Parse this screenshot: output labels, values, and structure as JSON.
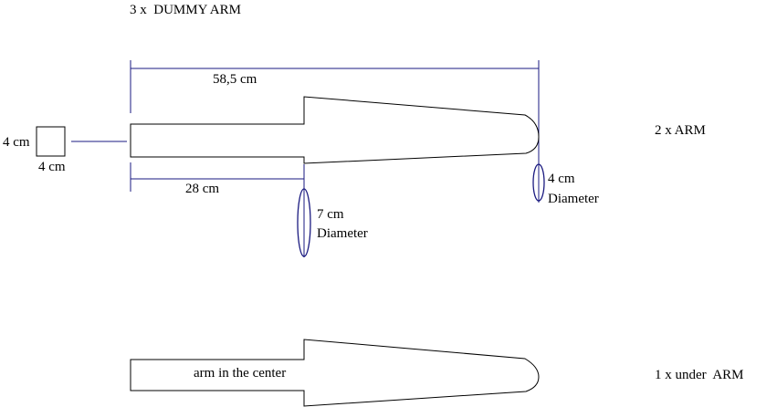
{
  "title": "3 x  DUMMY ARM",
  "labels": {
    "overall_length": "58,5 cm",
    "box_height": "4 cm",
    "box_width": "4 cm",
    "base_length": "28 cm",
    "base_diameter_value": "7 cm",
    "base_diameter_word": "Diameter",
    "tip_diameter_value": "4 cm",
    "tip_diameter_word": "Diameter",
    "arm_count": "2 x ARM",
    "under_arm_count": "1 x under  ARM",
    "center_note": "arm in the center"
  },
  "colors": {
    "dimension_line": "#1a1a80",
    "outline": "#000000",
    "background": "#ffffff"
  }
}
